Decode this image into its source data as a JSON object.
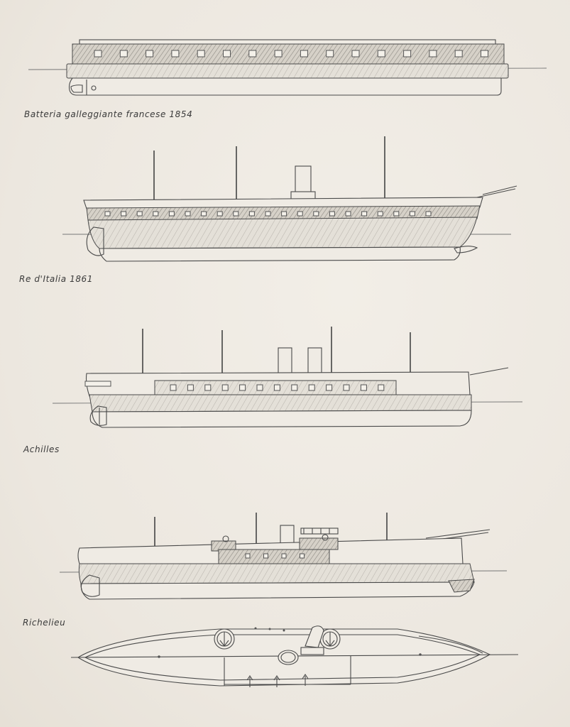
{
  "captions": {
    "ship1": "Batteria galleggiante francese 1854",
    "ship2": "Re d'Italia 1861",
    "ship3": "Achilles",
    "ship4": "Richelieu"
  },
  "colors": {
    "paper": "#efebe4",
    "pencil": "#4a4a4a"
  }
}
